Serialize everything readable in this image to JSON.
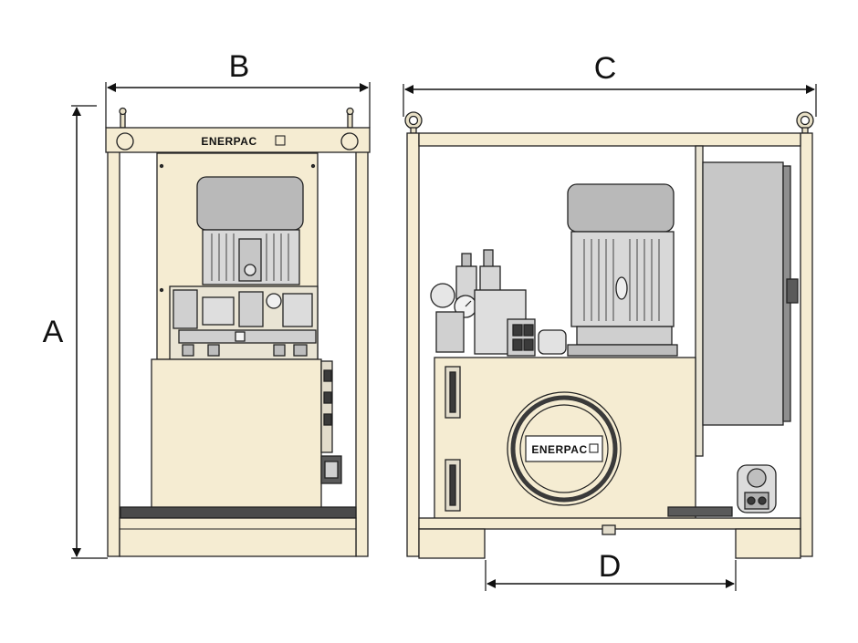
{
  "dimensions": {
    "a": "A",
    "b": "B",
    "c": "C",
    "d": "D"
  },
  "branding": {
    "front_logo": "ENERPAC",
    "side_logo": "ENERPAC"
  },
  "colors": {
    "frame": "#f5ecd2",
    "outline": "#222222",
    "motor_cap": "#b9b9b9",
    "panel": "#c7c7c7",
    "dark": "#3a3a3a",
    "dimension_line": "#111111"
  }
}
